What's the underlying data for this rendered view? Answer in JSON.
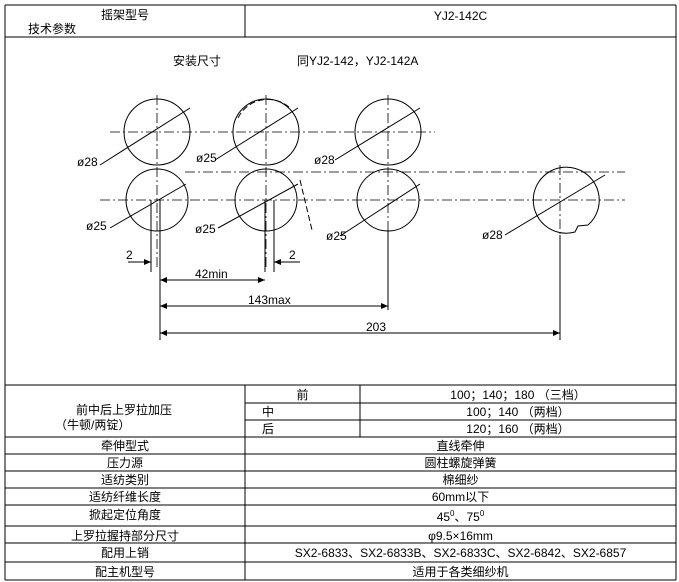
{
  "table": {
    "header": {
      "frame_model_label": "摇架型号",
      "tech_params_label": "技术参数",
      "model_value": "YJ2-142C"
    },
    "diagram": {
      "title": "安装尺寸",
      "same_as": "同YJ2-142，YJ2-142A",
      "diam_28_a": "ø28",
      "diam_25_a": "ø25",
      "diam_28_b": "ø28",
      "diam_25_b": "ø25",
      "diam_25_c": "ø25",
      "diam_25_d": "ø25",
      "diam_28_c": "ø28",
      "dim_2_left": "2",
      "dim_42": "42min",
      "dim_2_right": "2",
      "dim_143": "143max",
      "dim_203": "203"
    },
    "pressure": {
      "label_line1": "前中后上罗拉加压",
      "label_line2": "（牛顿/两锭）",
      "front_label": "前",
      "front_value": "100；140；180 （三档）",
      "middle_label": "中",
      "middle_value": "100；140  （两档）",
      "rear_label": "后",
      "rear_value": "120；160  （两档）"
    },
    "rows": [
      {
        "label": "牵伸型式",
        "value": "直线牵伸"
      },
      {
        "label": "压力源",
        "value": "圆柱螺旋弹簧"
      },
      {
        "label": "适纺类别",
        "value": "棉细纱"
      },
      {
        "label": "适纺纤维长度",
        "value": "60mm以下"
      },
      {
        "label": "掀起定位角度",
        "value_main": "45",
        "value_sup1": "0",
        "value_mid": "、75",
        "value_sup2": "0"
      },
      {
        "label": "上罗拉握持部分尺寸",
        "value": "φ9.5×16mm"
      },
      {
        "label": "配用上销",
        "value": "SX2-6833、SX2-6833B、SX2-6833C、SX2-6842、SX2-6857"
      },
      {
        "label": "配主机型号",
        "value": "适用于各类细纱机"
      }
    ]
  }
}
